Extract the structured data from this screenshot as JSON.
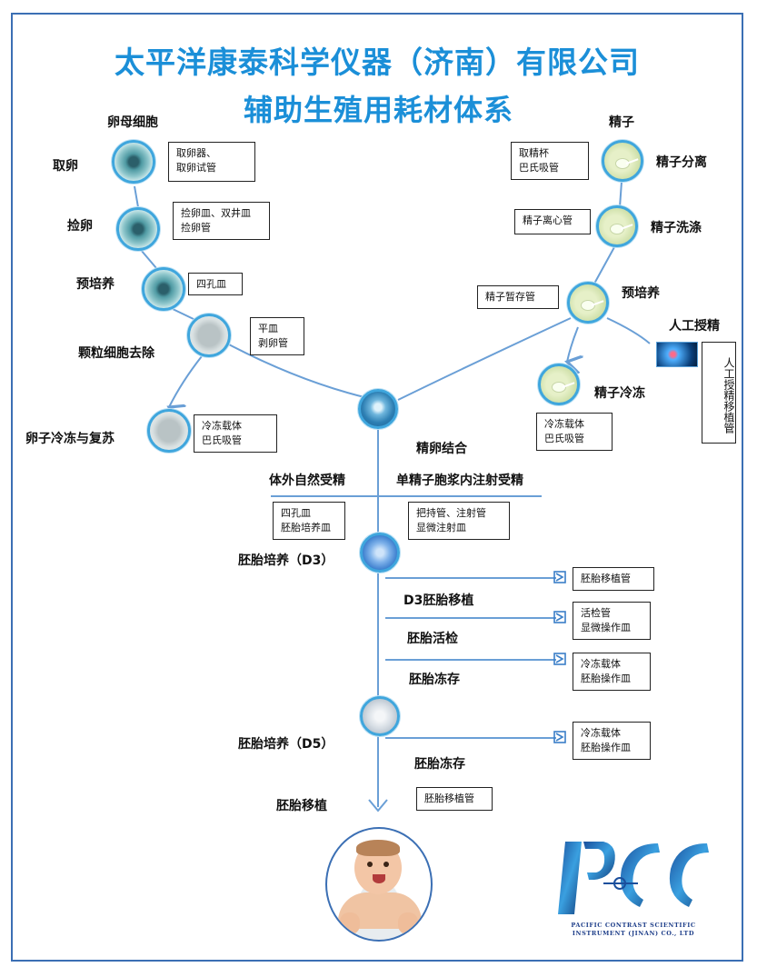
{
  "header": {
    "title": "太平洋康泰科学仪器（济南）有限公司",
    "subtitle": "辅助生殖用耗材体系"
  },
  "left": {
    "heading": "卵母细胞",
    "steps": [
      {
        "label": "取卵",
        "items": [
          "取卵器、",
          "取卵试管"
        ]
      },
      {
        "label": "捡卵",
        "items": [
          "捡卵皿、双井皿",
          "捡卵管"
        ]
      },
      {
        "label": "预培养",
        "items": [
          "四孔皿"
        ]
      },
      {
        "label": "颗粒细胞去除",
        "items": [
          "平皿",
          "剥卵管"
        ]
      },
      {
        "label": "卵子冷冻与复苏",
        "items": [
          "冷冻载体",
          "巴氏吸管"
        ]
      }
    ]
  },
  "right": {
    "heading": "精子",
    "steps": [
      {
        "label": "精子分离",
        "items": [
          "取精杯",
          "巴氏吸管"
        ]
      },
      {
        "label": "精子洗涤",
        "items": [
          "精子离心管"
        ]
      },
      {
        "label": "预培养",
        "items": [
          "精子暂存管"
        ]
      },
      {
        "label": "精子冷冻",
        "items": [
          "冷冻载体",
          "巴氏吸管"
        ]
      }
    ],
    "ai": {
      "label": "人工授精",
      "box": "人工授精移植管"
    }
  },
  "center": {
    "fertilization": "精卵结合",
    "ivf": {
      "label": "体外自然受精",
      "items": [
        "四孔皿",
        "胚胎培养皿"
      ]
    },
    "icsi": {
      "label": "单精子胞浆内注射受精",
      "items": [
        "把持管、注射管",
        "显微注射皿"
      ]
    },
    "d3": {
      "label": "胚胎培养（D3）",
      "branches": [
        {
          "label": "D3胚胎移植",
          "items": [
            "胚胎移植管"
          ]
        },
        {
          "label": "胚胎活检",
          "items": [
            "活检管",
            "显微操作皿"
          ]
        },
        {
          "label": "胚胎冻存",
          "items": [
            "冷冻载体",
            "胚胎操作皿"
          ]
        }
      ]
    },
    "d5": {
      "label": "胚胎培养（D5）",
      "branch": {
        "label": "胚胎冻存",
        "items": [
          "冷冻载体",
          "胚胎操作皿"
        ]
      }
    },
    "transfer": {
      "label": "胚胎移植",
      "items": [
        "胚胎移植管"
      ]
    }
  },
  "logo": {
    "mark": "PCC",
    "line1": "PACIFIC CONTRAST SCIENTIFIC",
    "line2": "INSTRUMENT (JINAN) CO.,  LTD"
  },
  "colors": {
    "title": "#1b8fd8",
    "line": "#6a9fd6",
    "frame": "#3b6fb4"
  }
}
